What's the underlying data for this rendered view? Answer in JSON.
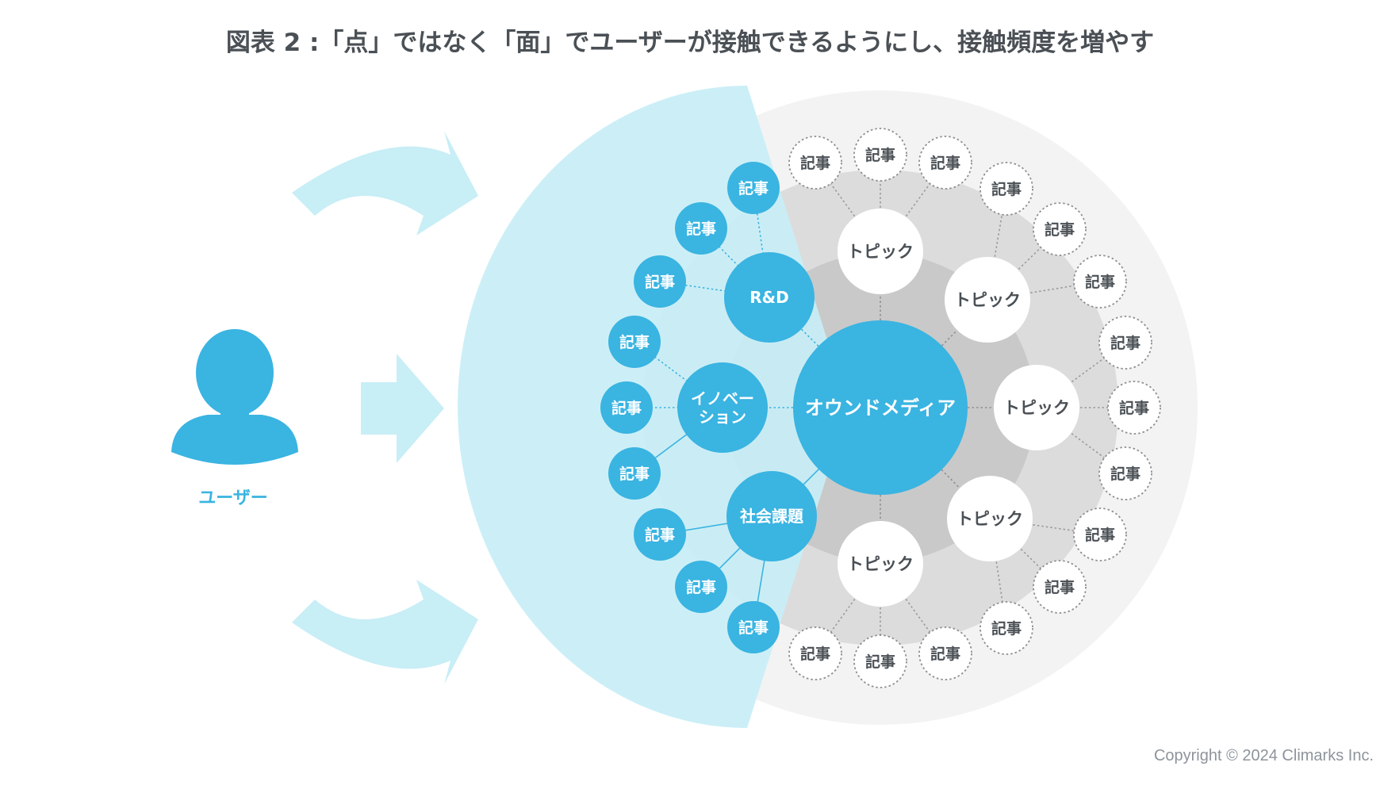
{
  "title": "図表 2 :「点」ではなく「面」でユーザーが接触できるようにし、接触頻度を増やす",
  "copyright": "Copyright © 2024 Climarks Inc.",
  "user": {
    "label": "ユーザー"
  },
  "center": {
    "label": "オウンドメディア"
  },
  "article_label": "記事",
  "topic_label": "トピック",
  "highlighted_topics": [
    {
      "label": "R&D"
    },
    {
      "label_lines": [
        "イノベー",
        "ション"
      ]
    },
    {
      "label": "社会課題"
    }
  ],
  "colors": {
    "accent": "#3ab4e1",
    "fan": "#c8eef6",
    "ring_outer": "#f3f3f3",
    "ring_mid": "#dcdcdc",
    "ring_inner": "#c9c9c9",
    "title_text": "#4a5055"
  }
}
